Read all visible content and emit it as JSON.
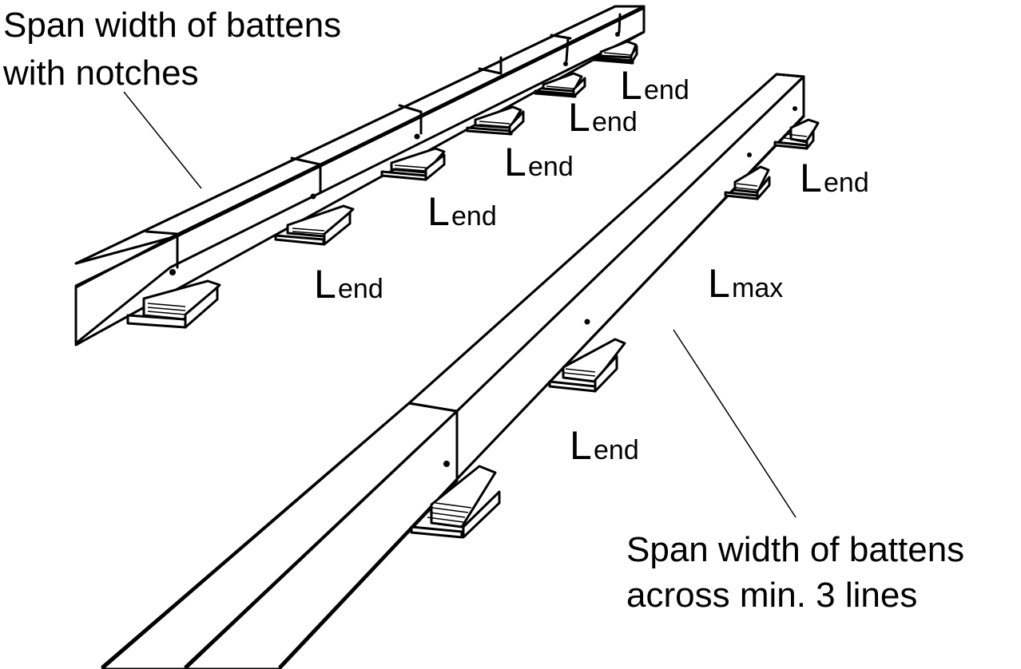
{
  "diagram": {
    "colors": {
      "ink": "#000000",
      "paper": "#ffffff"
    },
    "captions": {
      "notched": [
        "Span width of battens",
        "with notches"
      ],
      "three_lines": [
        "Span width of battens",
        "across min. 3 lines"
      ]
    },
    "labels": {
      "end_main": "L",
      "end_sub": "end",
      "max_main": "L",
      "max_sub": "max"
    },
    "notched_batten": {
      "support_label_count": 5
    },
    "continuous_batten": {
      "support_label_count": 2,
      "span_label": "Lmax"
    }
  }
}
